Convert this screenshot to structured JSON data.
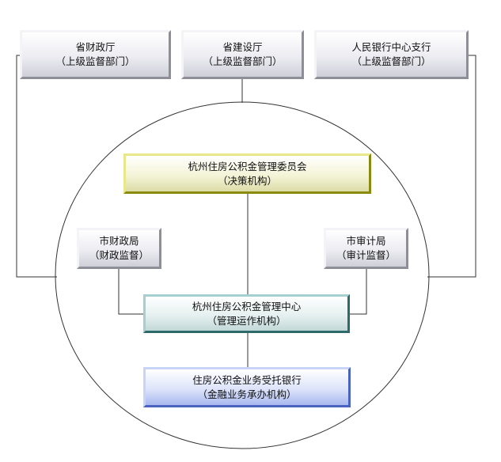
{
  "boxes": {
    "provincial_finance": {
      "line1": "省财政厅",
      "line2": "（上级监督部门）"
    },
    "provincial_construction": {
      "line1": "省建设厅",
      "line2": "（上级监督部门）"
    },
    "pboc_branch": {
      "line1": "人民银行中心支行",
      "line2": "（上级监督部门）"
    },
    "committee": {
      "line1": "杭州住房公积金管理委员会",
      "line2": "（决策机构）"
    },
    "city_finance": {
      "line1": "市财政局",
      "line2": "（财政监督）"
    },
    "city_audit": {
      "line1": "市审计局",
      "line2": "（审计监督）"
    },
    "management_center": {
      "line1": "杭州住房公积金管理中心",
      "line2": "（管理运作机构）"
    },
    "trust_bank": {
      "line1": "住房公积金业务受托银行",
      "line2": "（金融业务承办机构）"
    }
  },
  "colors": {
    "line": "#333333",
    "gray_box": "#d8d8e0",
    "yellow_box": "#c8c81e",
    "teal_box": "#4d8a8a",
    "blue_box": "#7f97e6"
  }
}
